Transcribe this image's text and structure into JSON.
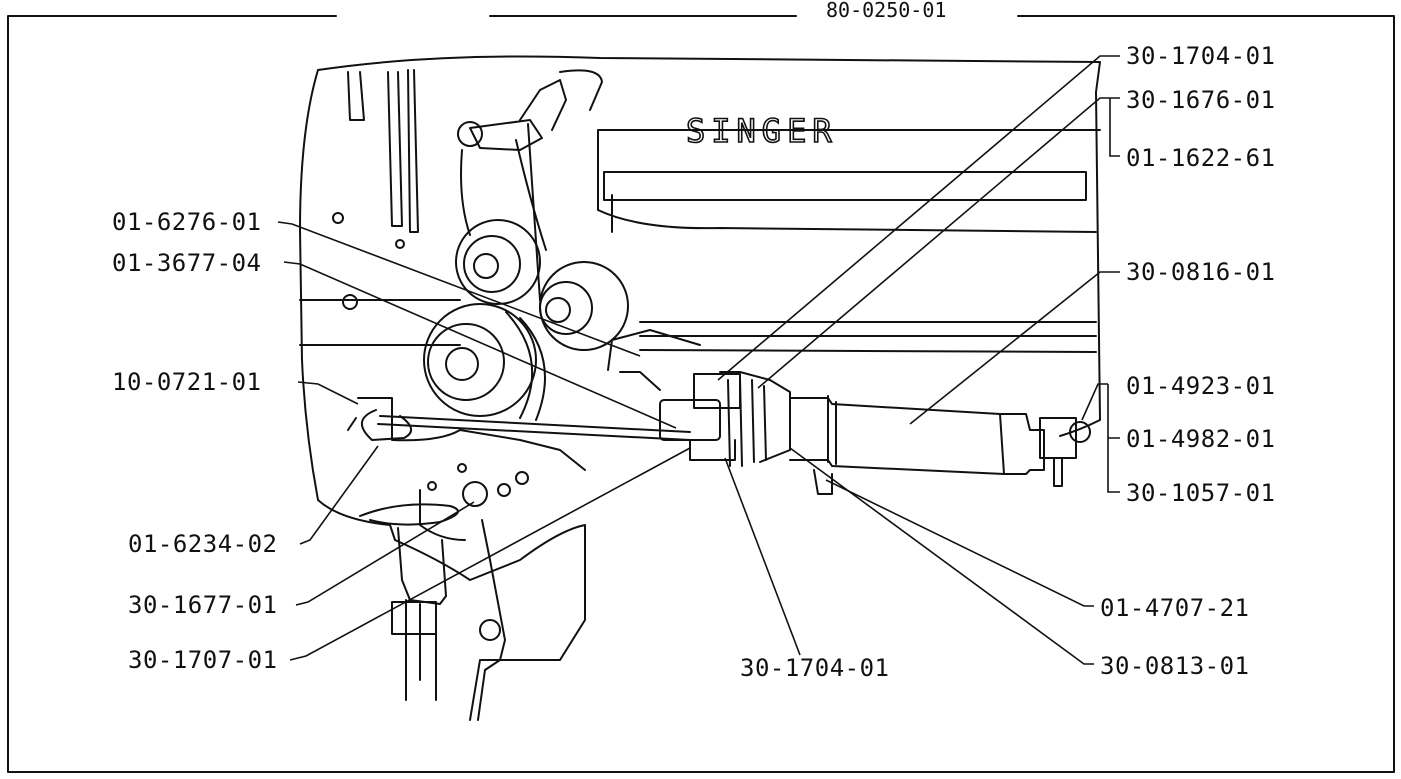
{
  "header": {
    "part_number": "80-0250-01"
  },
  "brand_logo": "SINGER",
  "callouts": {
    "c_30_1704_01_top": "30-1704-01",
    "c_30_1676_01": "30-1676-01",
    "c_01_1622_61": "01-1622-61",
    "c_30_0816_01": "30-0816-01",
    "c_01_4923_01": "01-4923-01",
    "c_01_4982_01": "01-4982-01",
    "c_30_1057_01": "30-1057-01",
    "c_01_4707_21": "01-4707-21",
    "c_30_0813_01": "30-0813-01",
    "c_30_1704_01_bottom": "30-1704-01",
    "c_01_6276_01": "01-6276-01",
    "c_01_3677_04": "01-3677-04",
    "c_10_0721_01": "10-0721-01",
    "c_01_6234_02": "01-6234-02",
    "c_30_1677_01": "30-1677-01",
    "c_30_1707_01": "30-1707-01"
  }
}
